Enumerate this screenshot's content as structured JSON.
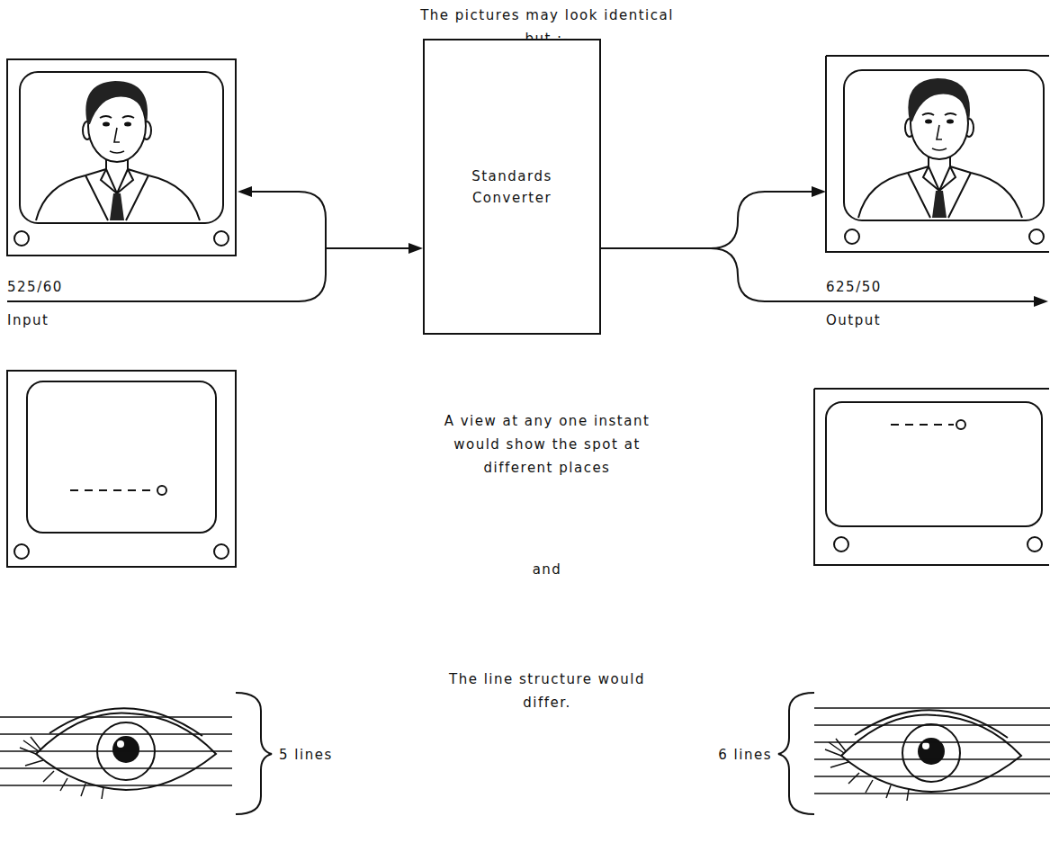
{
  "diagram": {
    "title": "The pictures may look identical but :-",
    "nodes": [
      {
        "text": [
          "Standards Converter"
        ]
      }
    ],
    "labels": [
      "525/60",
      "Input",
      "625/50",
      "Output",
      "A view at any one instant would show the spot at different places",
      "and",
      "The line structure would differ.",
      "5 lines",
      "6 lines"
    ]
  }
}
